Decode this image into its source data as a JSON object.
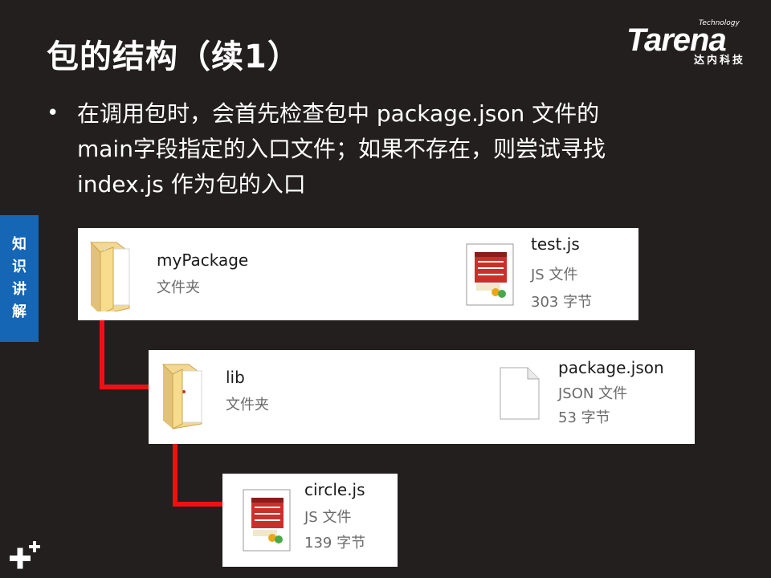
{
  "slide": {
    "title": "包的结构（续1）",
    "bullet_lines": [
      "在调用包时，会首先检查包中 package.json 文件的",
      "main字段指定的入口文件；如果不存在，则尝试寻找",
      "index.js 作为包的入口"
    ],
    "side_tab": [
      "知",
      "识",
      "讲",
      "解"
    ]
  },
  "logo": {
    "tech_text": "Technology",
    "brand_text": "Tarena",
    "cn_text": "达内科技"
  },
  "explorer": {
    "mypackage": {
      "name": "myPackage",
      "type": "文件夹",
      "icon": "folder-icon"
    },
    "test_js": {
      "name": "test.js",
      "type": "JS 文件",
      "size": "303 字节",
      "icon": "js-file-icon"
    },
    "lib": {
      "name": "lib",
      "type": "文件夹",
      "icon": "folder-icon"
    },
    "package_json": {
      "name": "package.json",
      "type": "JSON 文件",
      "size": "53 字节",
      "icon": "blank-file-icon"
    },
    "circle_js": {
      "name": "circle.js",
      "type": "JS 文件",
      "size": "139 字节",
      "icon": "js-file-icon"
    }
  },
  "colors": {
    "background": "#231f1f",
    "side_tab": "#1566b5",
    "connector": "#ee1111",
    "card": "#ffffff"
  }
}
